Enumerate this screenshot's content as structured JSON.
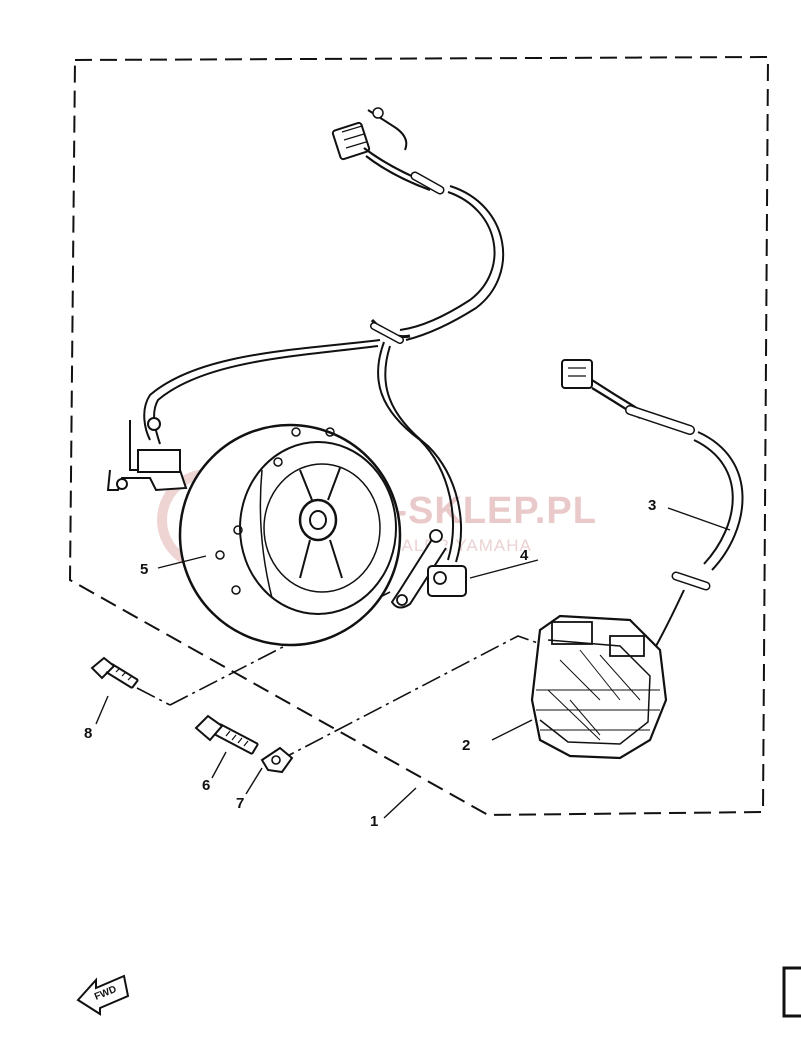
{
  "diagram": {
    "callouts": [
      {
        "id": "1",
        "label": "1"
      },
      {
        "id": "2",
        "label": "2"
      },
      {
        "id": "3",
        "label": "3"
      },
      {
        "id": "4",
        "label": "4"
      },
      {
        "id": "5",
        "label": "5"
      },
      {
        "id": "6",
        "label": "6"
      },
      {
        "id": "7",
        "label": "7"
      },
      {
        "id": "8",
        "label": "8"
      }
    ],
    "direction_marker": "FWD"
  },
  "watermark": {
    "main": "YAMA-SKLEP.PL",
    "sub": "DOWER DEALER YAMAHA",
    "color": "#e9c9c9"
  },
  "colors": {
    "line": "#111111",
    "background": "#ffffff"
  }
}
